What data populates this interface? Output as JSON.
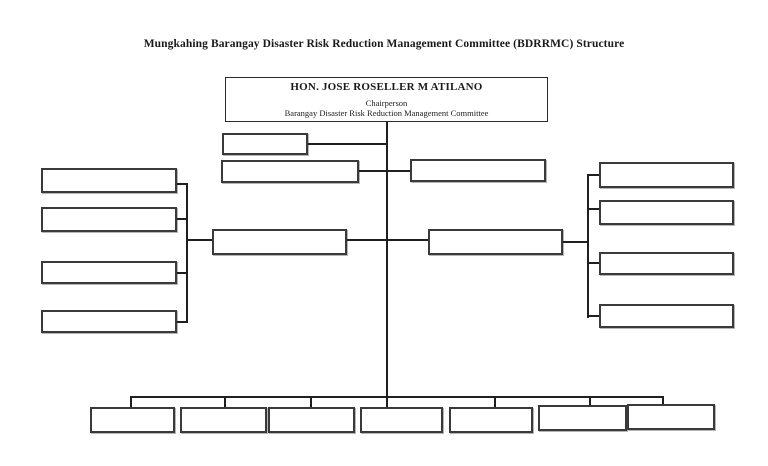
{
  "diagram": {
    "title": "Mungkahing Barangay Disaster Risk Reduction Management Committee (BDRRMC) Structure",
    "chairperson": {
      "name": "HON. JOSE ROSELLER M ATILANO",
      "role": "Chairperson",
      "committee": "Barangay Disaster Risk Reduction Management Committee"
    },
    "line_color": "#1f1f1f",
    "box_border_color": "#3a3a3a",
    "unlabeled_nodes": {
      "top_sub_left_small": 1,
      "top_sub_left_wide": 1,
      "top_sub_right": 1,
      "left_column": 4,
      "middle_row": 2,
      "right_column": 4,
      "bottom_row": 7
    }
  }
}
